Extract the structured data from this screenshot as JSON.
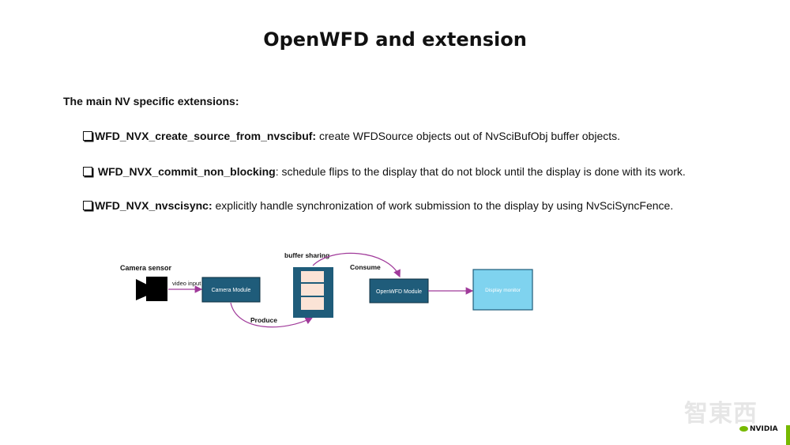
{
  "slide": {
    "title": "OpenWFD and extension",
    "subtitle": "The main NV specific extensions:",
    "bullets": [
      {
        "name": "WFD_NVX_create_source_from_nvscibuf:",
        "desc": " create WFDSource objects out of NvSciBufObj buffer objects."
      },
      {
        "name": "WFD_NVX_commit_non_blocking",
        "desc": ": schedule flips to the display that do not block until the display is done with its work."
      },
      {
        "name": "WFD_NVX_nvscisync:",
        "desc": " explicitly handle synchronization of work submission to the display by using NvSciSyncFence."
      }
    ]
  },
  "diagram": {
    "camera_sensor_label": "Camera sensor",
    "video_input_label": "video input",
    "camera_module_label": "Camera Module",
    "produce_label": "Produce",
    "buffer_sharing_label": "buffer sharing",
    "consume_label": "Consume",
    "openwfd_module_label": "OpenWFD Module",
    "display_monitor_label": "Display monitor",
    "colors": {
      "module_fill": "#1f5c7a",
      "buffer_slot": "#fbe3d6",
      "display_fill": "#7fd3ef",
      "arrow": "#a03a9a"
    }
  },
  "branding": {
    "watermark": "智東西",
    "logo": "NVIDIA",
    "accent": "#76b900"
  }
}
